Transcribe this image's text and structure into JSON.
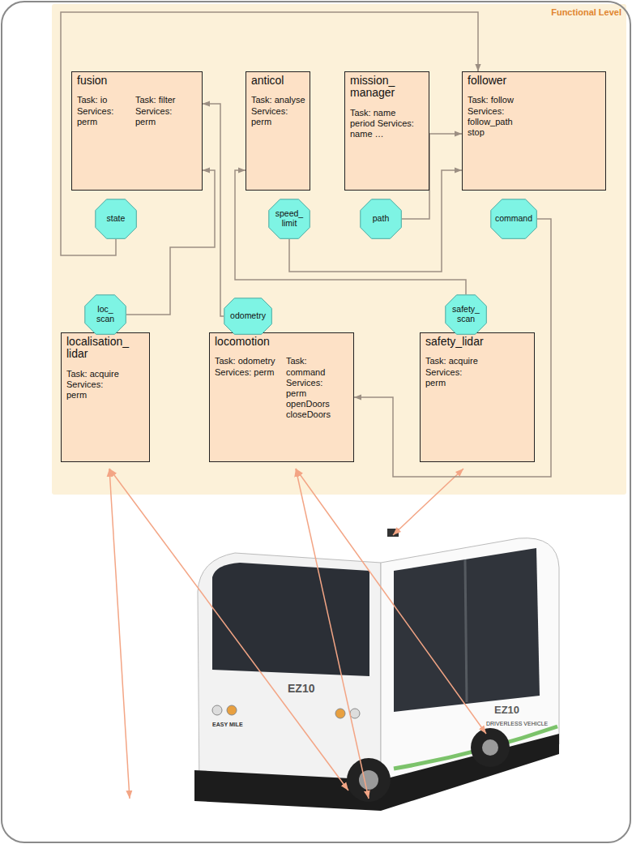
{
  "diagram": {
    "nodes": [
      {
        "text": [
          "Functional Level"
        ]
      },
      {
        "text": [
          "fusion",
          "Task: io Services: perm",
          "Task: filter Services: perm"
        ],
        "in": 0
      },
      {
        "text": [
          "anticol",
          "Task: analyse Services: perm"
        ],
        "in": 0
      },
      {
        "text": [
          "mission_ manager",
          "Task: name period Services: name …"
        ],
        "in": 0
      },
      {
        "text": [
          "follower",
          "Task: follow Services: follow_path stop"
        ],
        "in": 0
      },
      {
        "text": [
          "state"
        ],
        "in": 0
      },
      {
        "text": [
          "speed_ limit"
        ],
        "in": 0
      },
      {
        "text": [
          "path"
        ],
        "in": 0
      },
      {
        "text": [
          "command"
        ],
        "in": 0
      },
      {
        "text": [
          "loc_ scan"
        ],
        "in": 0
      },
      {
        "text": [
          "odometry"
        ],
        "in": 0
      },
      {
        "text": [
          "safety_ scan"
        ],
        "in": 0
      },
      {
        "text": [
          "localisation_ lidar",
          "Task: acquire Services: perm"
        ],
        "in": 0
      },
      {
        "text": [
          "locomotion",
          "Task: odometry Services: perm",
          "Task: command Services: perm openDoors closeDoors"
        ],
        "in": 0
      },
      {
        "text": [
          "safety_lidar",
          "Task: acquire Services: perm"
        ],
        "in": 0
      }
    ],
    "edges": [
      {
        "from": 5,
        "to": 4,
        "arrow": "to"
      },
      {
        "from": 9,
        "to": 1,
        "arrow": "to"
      },
      {
        "from": 10,
        "to": 1,
        "arrow": "to"
      },
      {
        "from": 11,
        "to": 2,
        "arrow": "to"
      },
      {
        "from": 6,
        "to": 4,
        "arrow": "to"
      },
      {
        "from": 7,
        "to": 4,
        "arrow": "to"
      },
      {
        "from": 8,
        "to": 13,
        "arrow": "to"
      }
    ],
    "labels": [
      "EZ10",
      "EZ10",
      "EASY MILE",
      "DRIVERLESS VEHICLE"
    ]
  }
}
